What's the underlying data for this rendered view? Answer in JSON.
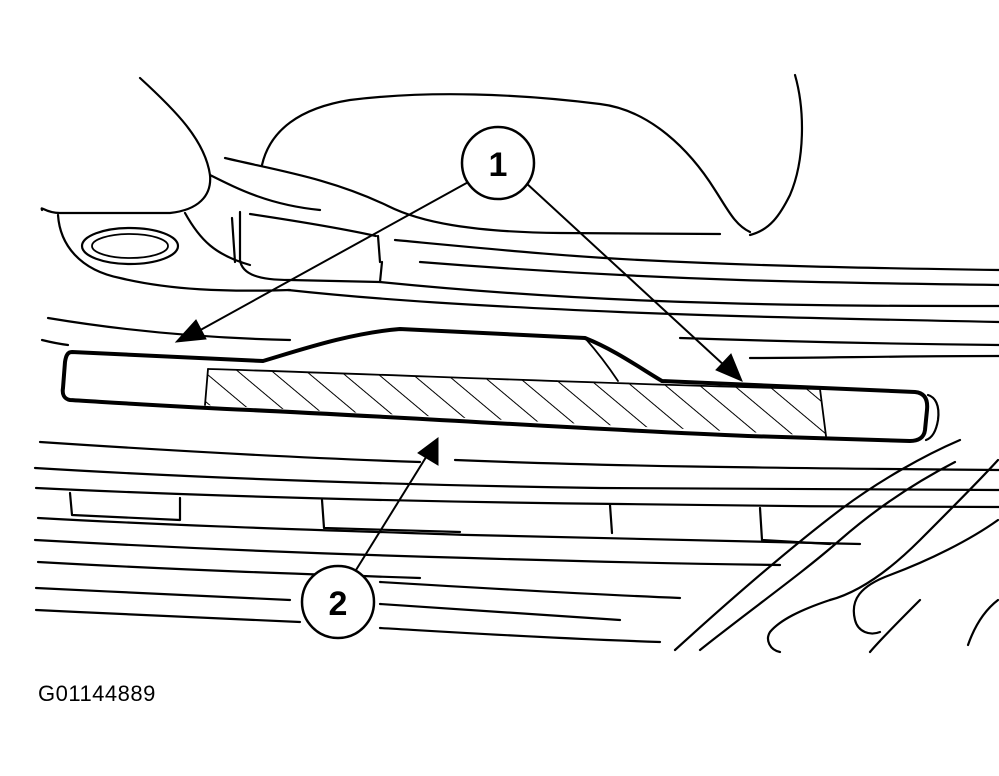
{
  "callouts": [
    {
      "label": "1"
    },
    {
      "label": "2"
    }
  ],
  "figure_id": "G01144889",
  "colors": {
    "ink": "#000000",
    "background": "#ffffff"
  }
}
